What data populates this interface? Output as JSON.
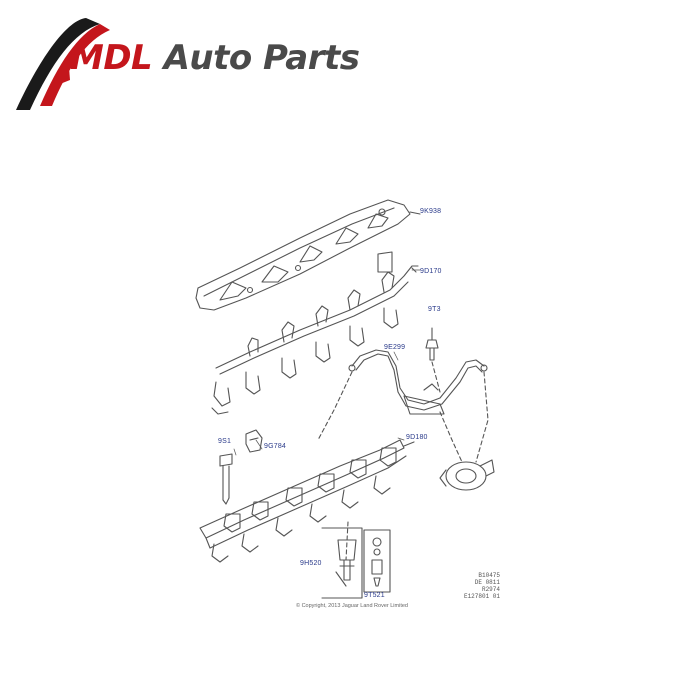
{
  "logo": {
    "brand": "MDL",
    "rest": " Auto Parts",
    "colors": {
      "brand": "#c4161c",
      "text": "#4a4a4a",
      "swoosh_dark": "#1a1a1a",
      "swoosh_red": "#c4161c"
    }
  },
  "callouts": {
    "top_rail": "9K938",
    "upper_harness": "9D170",
    "small_fitting": "9T3",
    "pipe": "9E299",
    "bolt": "9S1",
    "clip": "9G784",
    "lower_rail": "9D180",
    "injector_kit": "9H520",
    "seal_kit": "9T521"
  },
  "reference_block": [
    "B10475",
    "DE 0811",
    "R2974",
    "E127801 01"
  ],
  "copyright": "© Copyright, 2013 Jaguar Land Rover Limited",
  "colors": {
    "line": "#555555",
    "callout": "#2a3a8a"
  }
}
